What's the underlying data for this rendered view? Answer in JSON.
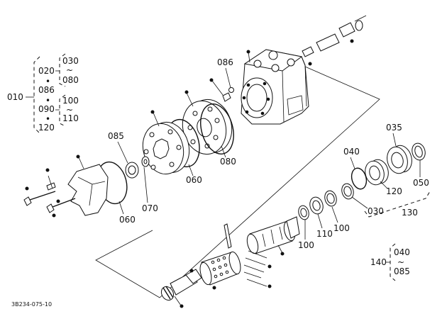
{
  "caption": "3B234-075-10",
  "labels": {
    "l010": "010",
    "l020": "020",
    "l030a": "030",
    "l080a": "080",
    "l086a": "086",
    "l090": "090",
    "l100a": "100",
    "l110a": "110",
    "l120a": "120",
    "l086": "086",
    "l085": "085",
    "l070": "070",
    "l060a": "060",
    "l060b": "060",
    "l080": "080",
    "l035": "035",
    "l040": "040",
    "l120": "120",
    "l050": "050",
    "l030": "030",
    "l130": "130",
    "l100b": "100",
    "l110b": "110",
    "l100c": "100",
    "l140": "140",
    "l040b": "040",
    "l085b": "085"
  },
  "symbols": {
    "tilde": "~",
    "dot": "•"
  }
}
